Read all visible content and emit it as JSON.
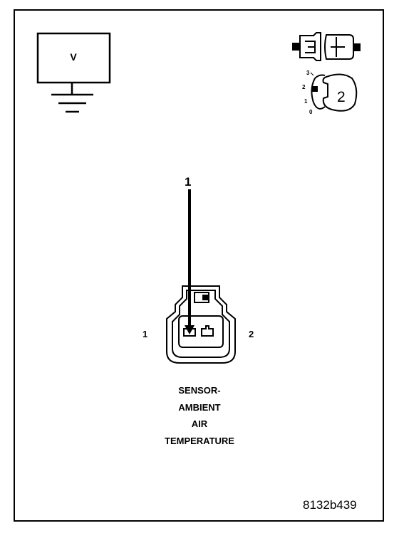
{
  "meter": {
    "label": "V"
  },
  "connector": {
    "arrow_pin": "1",
    "pin_left": "1",
    "pin_right": "2",
    "caption": [
      "SENSOR-",
      "AMBIENT",
      "AIR",
      "TEMPERATURE"
    ]
  },
  "probe": {
    "adapter_number": "2",
    "scale": [
      "3",
      "2",
      "1",
      "0"
    ]
  },
  "figure_id": "8132b439"
}
